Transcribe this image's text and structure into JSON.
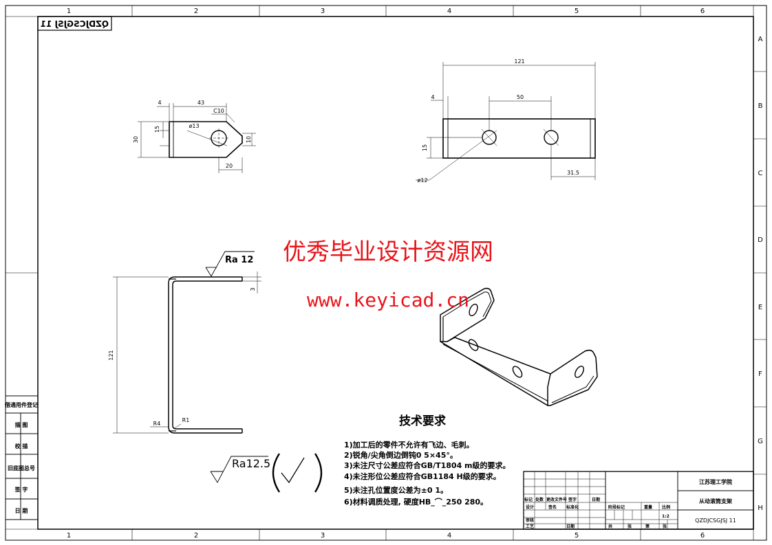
{
  "grid": {
    "columns": [
      "1",
      "2",
      "3",
      "4",
      "5",
      "6"
    ],
    "rows": [
      "A",
      "B",
      "C",
      "D",
      "E",
      "F",
      "G",
      "H"
    ]
  },
  "drawing_code_mirrored": "QZDJCSGJSJ 11",
  "top_left_view": {
    "dims": {
      "d4": "4",
      "d43": "43",
      "chamfer": "C10",
      "hole": "ø13",
      "d15": "15",
      "d30": "30",
      "d10": "10",
      "d20": "20"
    }
  },
  "top_right_view": {
    "dims": {
      "d121": "121",
      "d4": "4",
      "d50": "50",
      "d15": "15",
      "hole": "ø12",
      "d31_5": "31.5"
    }
  },
  "side_view": {
    "roughness": "Ra 12",
    "dims": {
      "d3": "3",
      "d121": "121",
      "r4": "R4",
      "r1": "R1"
    }
  },
  "general_roughness": "Ra12.5",
  "watermark": {
    "line1": "优秀毕业设计资源网",
    "line2": "www.keyicad.cn"
  },
  "tech_requirements": {
    "title": "技术要求",
    "items": [
      "1)加工后的零件不允许有飞边、毛刺。",
      "2)锐角/尖角倒边倒钝0   5×45°。",
      "3)未注尺寸公差应符合GB/T1804 m级的要求。",
      "4)未注形位公差应符合GB1184 H级的要求。",
      "5)未注孔位置度公差为±0   1。",
      "6)材料调质处理, 硬度HB_⌒_250 280。"
    ]
  },
  "side_table": [
    "借通用件登记",
    "描  图",
    "校  描",
    "旧底图总号",
    "签  字",
    "日  期"
  ],
  "title_block": {
    "school": "江苏理工学院",
    "part_name": "从动滚筒支架",
    "code": "QZDJCSGJSJ 11",
    "scale": "1:2",
    "rev_labels": [
      "标记",
      "处数",
      "更改文件号",
      "签字",
      "日期"
    ],
    "design_labels": [
      "设计",
      "签名",
      "标准化"
    ],
    "review_label": "审核",
    "process_label": "工艺",
    "approve_label": "日期",
    "stage_labels": [
      "阶段标记",
      "重量",
      "比例"
    ],
    "sheet_labels": [
      "共",
      "张",
      "第",
      "张"
    ]
  }
}
